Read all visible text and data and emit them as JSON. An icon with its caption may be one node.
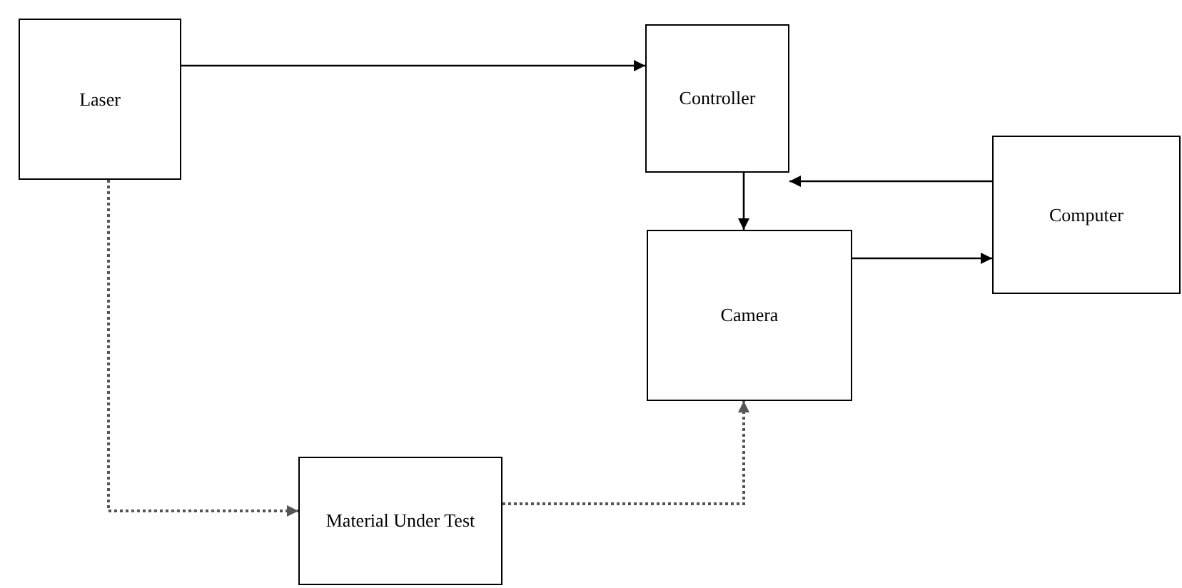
{
  "diagram": {
    "nodes": [
      {
        "text": [
          "Laser"
        ]
      },
      {
        "text": [
          "Controller"
        ]
      },
      {
        "text": [
          "Computer"
        ]
      },
      {
        "text": [
          "Camera"
        ]
      },
      {
        "text": [
          "Material Under Test"
        ]
      }
    ],
    "edges": [
      {
        "from": 0,
        "to": 1,
        "arrow": "to"
      },
      {
        "from": 2,
        "to": 1,
        "arrow": "to"
      },
      {
        "from": 1,
        "to": 3,
        "arrow": "to"
      },
      {
        "from": 3,
        "to": 2,
        "arrow": "to"
      },
      {
        "from": 0,
        "to": 4,
        "arrow": "to",
        "style": "dashed"
      },
      {
        "from": 4,
        "to": 3,
        "arrow": "to",
        "style": "dashed"
      }
    ]
  }
}
